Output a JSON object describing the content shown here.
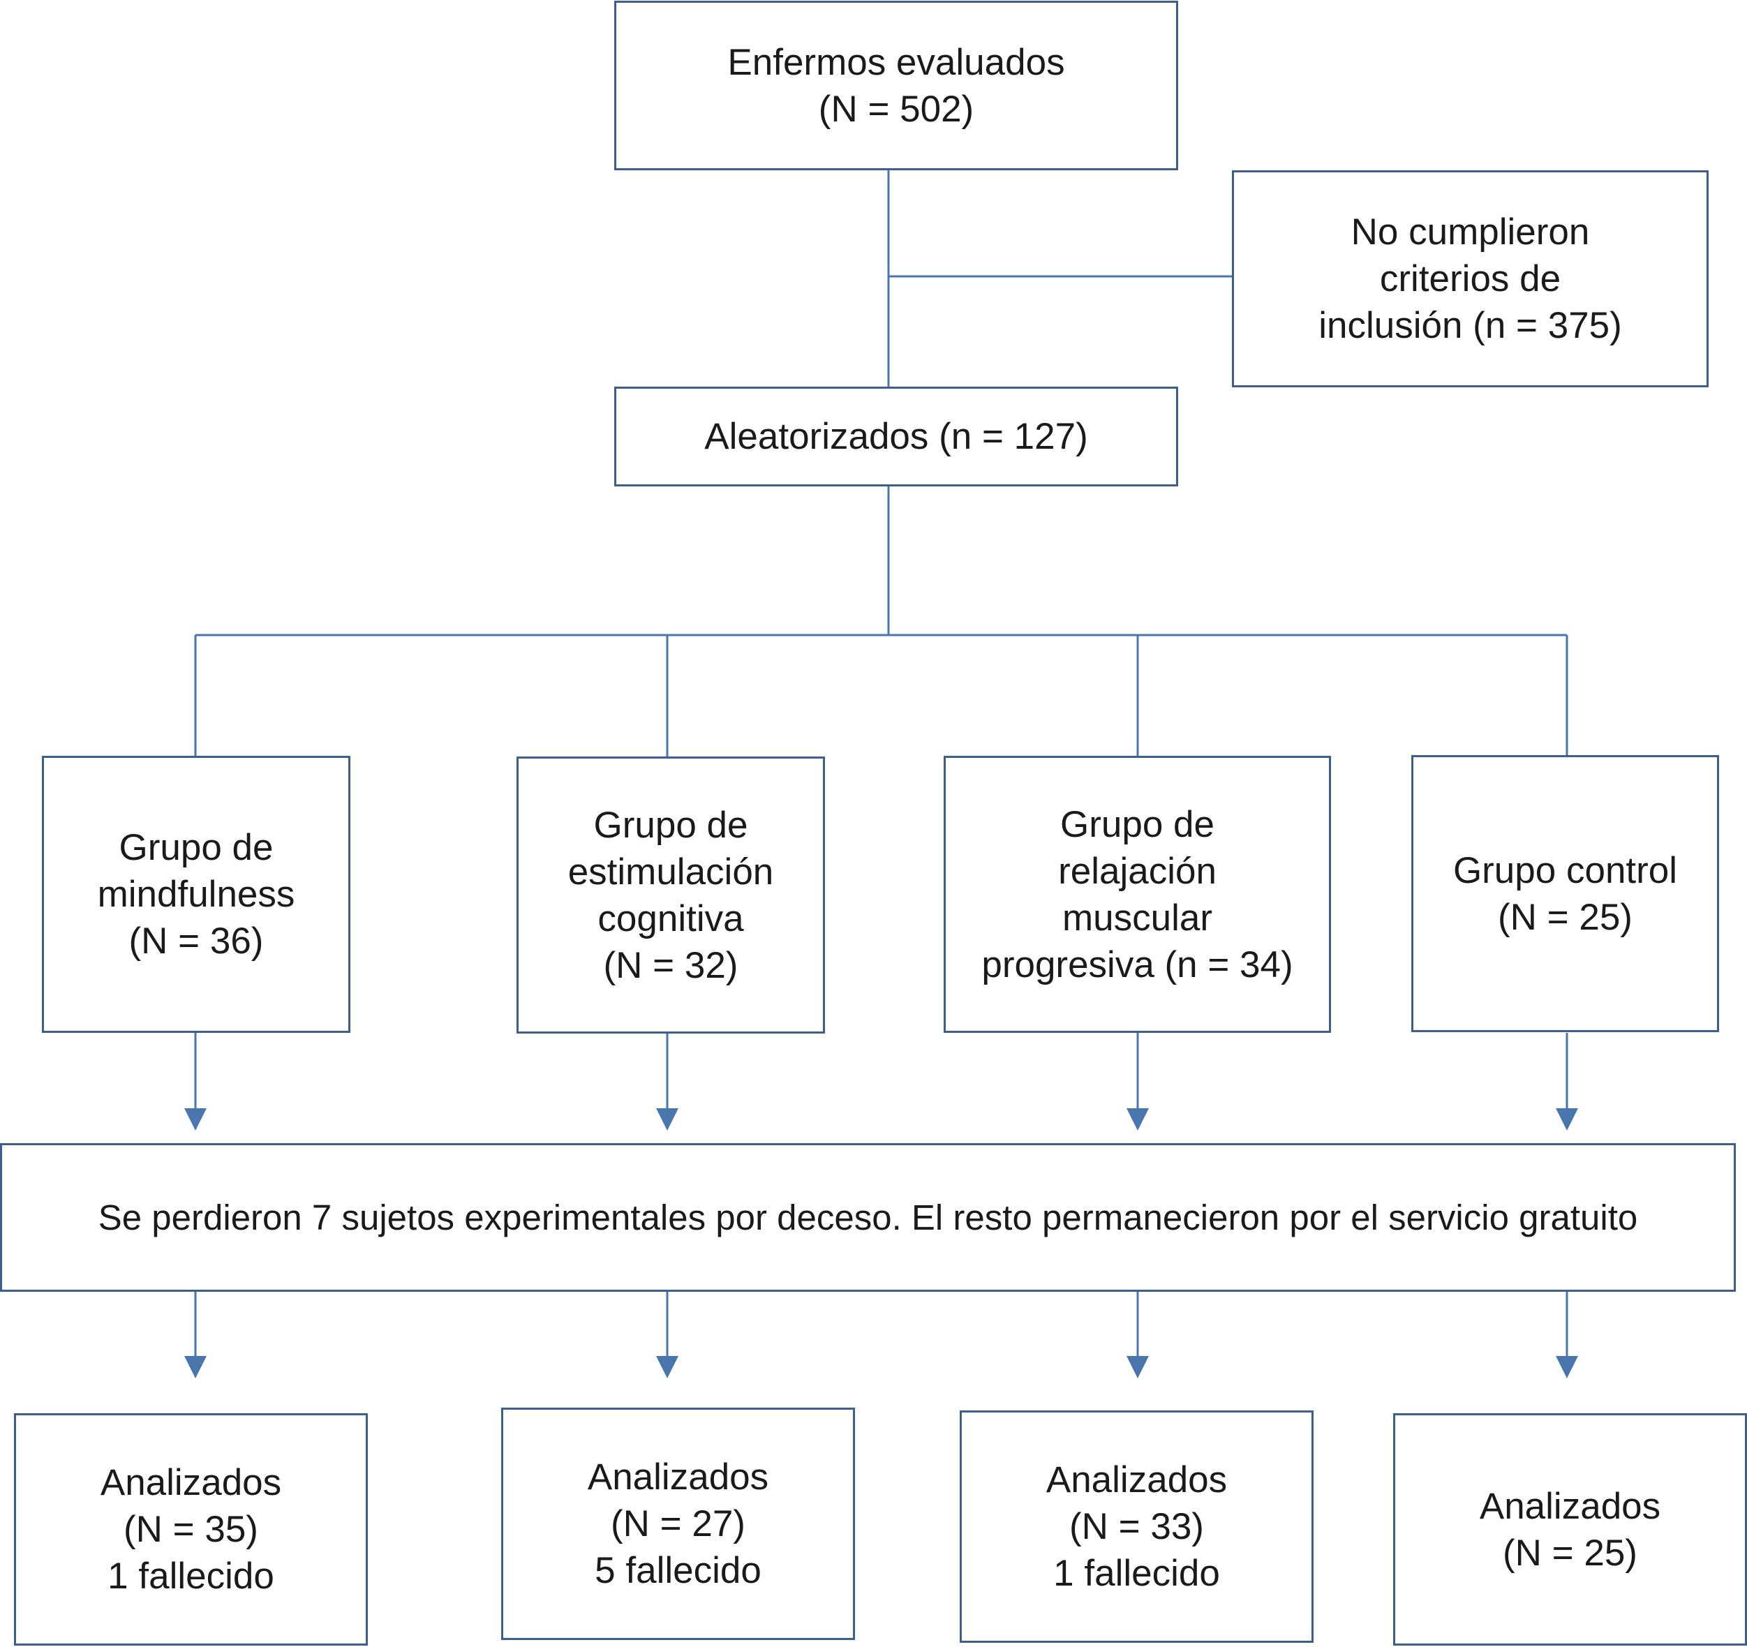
{
  "colors": {
    "line": "#4a76b0",
    "box_border": "#3d5f8e",
    "text": "#1a1a1a",
    "background": "#ffffff"
  },
  "boxes": {
    "evaluated": {
      "line1": "Enfermos evaluados",
      "line2": "(N = 502)"
    },
    "excluded": {
      "line1": "No cumplieron",
      "line2": "criterios de",
      "line3": "inclusión (n = 375)"
    },
    "randomized": {
      "line1": "Aleatorizados (n = 127)"
    },
    "groups": [
      {
        "line1": "Grupo de",
        "line2": "mindfulness",
        "line3": "(N = 36)"
      },
      {
        "line1": "Grupo de",
        "line2": "estimulación",
        "line3": "cognitiva",
        "line4": "(N = 32)"
      },
      {
        "line1": "Grupo de",
        "line2": "relajación",
        "line3": "muscular",
        "line4": "progresiva (n = 34)"
      },
      {
        "line1": "Grupo control",
        "line2": "(N = 25)"
      }
    ],
    "attrition": {
      "text": "Se perdieron 7 sujetos experimentales por deceso. El resto permanecieron por el servicio gratuito"
    },
    "analyzed": [
      {
        "line1": "Analizados",
        "line2": "(N = 35)",
        "line3": "1 fallecido"
      },
      {
        "line1": "Analizados",
        "line2": "(N = 27)",
        "line3": "5 fallecido"
      },
      {
        "line1": "Analizados",
        "line2": "(N =  33)",
        "line3": "1 fallecido"
      },
      {
        "line1": "Analizados",
        "line2": "(N = 25)"
      }
    ]
  }
}
